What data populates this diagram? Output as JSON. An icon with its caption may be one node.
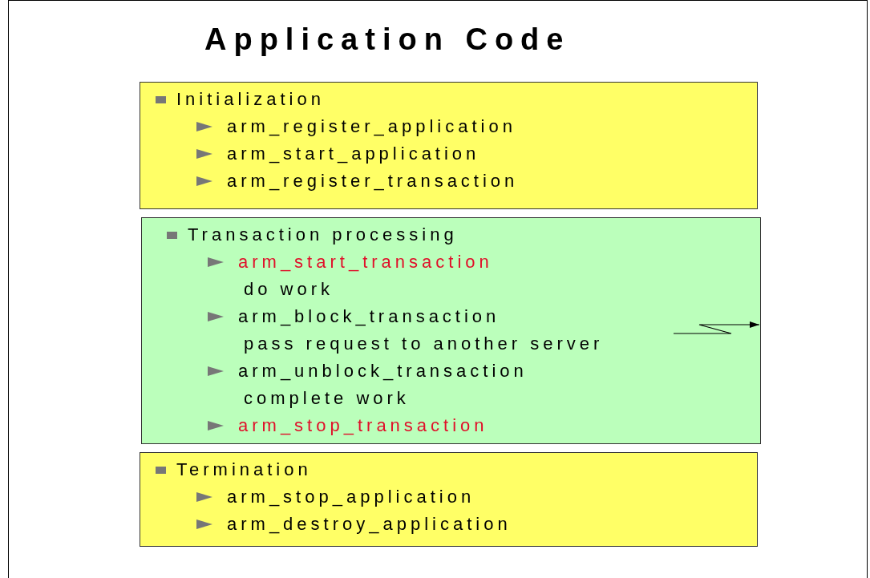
{
  "diagram": {
    "title": "Application Code",
    "nodes": [
      {
        "text": [
          "Initialization",
          "arm_register_application",
          "arm_start_application",
          "arm_register_transaction"
        ]
      },
      {
        "text": [
          "Transaction processing",
          "arm_start_transaction",
          "do work",
          "arm_block_transaction",
          "pass request to another server",
          "arm_unblock_transaction",
          "complete work",
          "arm_stop_transaction"
        ]
      },
      {
        "text": [
          "Termination",
          "arm_stop_application",
          "arm_destroy_application"
        ]
      }
    ],
    "edges": [
      {
        "from": null,
        "to": 1,
        "arrow": "to"
      }
    ]
  }
}
